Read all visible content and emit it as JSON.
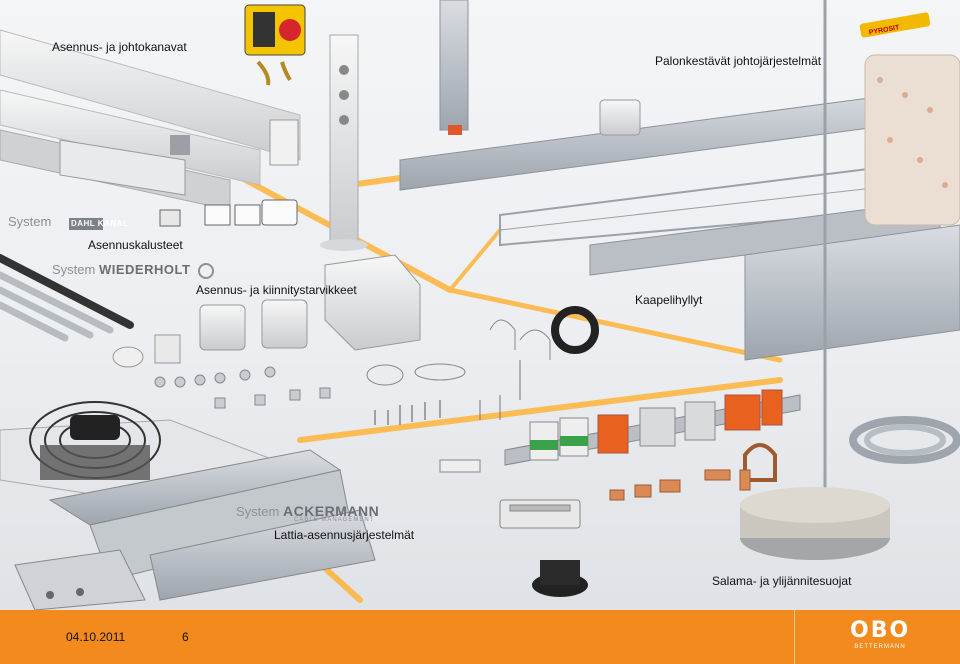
{
  "labels": {
    "cable_trunking": "Asennus- ja johtokanavat",
    "fire_protection": "Palonkestävät johtojärjestelmät",
    "installation_accessories": "Asennuskalusteet",
    "fastening": "Asennus- ja kiinnitystarvikkeet",
    "cable_trays": "Kaapelihyllyt",
    "underfloor": "Lattia-asennusjärjestelmät",
    "lightning_protection": "Salama- ja ylijännitesuojat"
  },
  "logos": {
    "dahl_prefix": "System",
    "dahl_name": "DAHL KANAL",
    "wiederholt_prefix": "System",
    "wiederholt_name": "WIEDERHOLT",
    "ackermann_prefix": "System",
    "ackermann_name": "ACKERMANN",
    "ackermann_sub": "CABLE MANAGEMENT",
    "pyrosit": "PYROSIT"
  },
  "footer": {
    "date": "04.10.2011",
    "page": "6",
    "brand": "OBO",
    "brand_sub": "BETTERMANN"
  },
  "colors": {
    "accent": "#f28a1e",
    "glow": "#ffb43a"
  }
}
